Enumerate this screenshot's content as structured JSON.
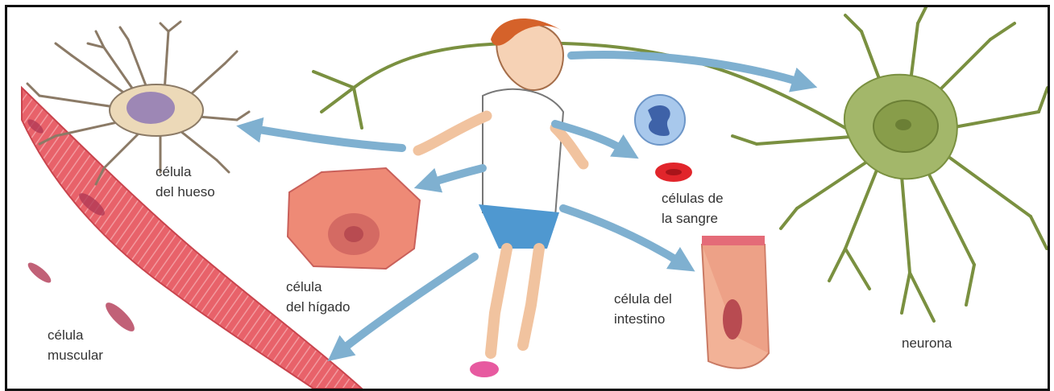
{
  "labels": {
    "bone_cell": "célula\ndel hueso",
    "liver_cell": "célula\ndel hígado",
    "muscle_cell": "célula\nmuscular",
    "blood_cells": "células de\nla sangre",
    "intestine_cell": "célula del\nintestino",
    "neuron": "neurona"
  },
  "colors": {
    "arrow": "#7fb0d0",
    "muscle": "#e8626a",
    "liver": "#ee8a76",
    "neuron": "#a3b76a",
    "bone": "#ecd9b8"
  }
}
